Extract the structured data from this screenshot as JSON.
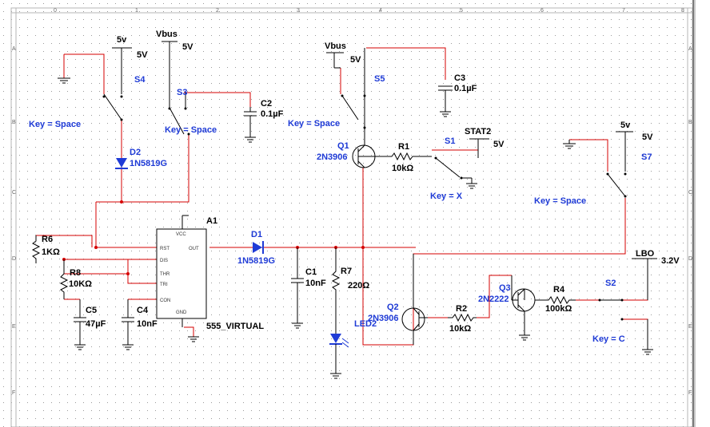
{
  "border": {
    "columns": [
      "0",
      "1",
      "2",
      "3",
      "4",
      "5",
      "6",
      "7",
      "8"
    ],
    "rows": [
      "A",
      "B",
      "C",
      "D",
      "E",
      "F"
    ]
  },
  "labels": {
    "v5_s4_a": "5v",
    "v5_s4_b": "5V",
    "s4": "S4",
    "key_s4": "Key = Space",
    "vbus_s3": "Vbus",
    "v5_s3": "5V",
    "s3": "S3",
    "key_s3": "Key = Space",
    "c2": "C2",
    "c2_val": "0.1µF",
    "d2": "D2",
    "d2_val": "1N5819G",
    "vbus_s5": "Vbus",
    "v5_s5": "5V",
    "s5": "S5",
    "key_s5": "Key = Space",
    "c3": "C3",
    "c3_val": "0.1µF",
    "q1": "Q1",
    "q1_val": "2N3906",
    "r1": "R1",
    "r1_val": "10kΩ",
    "s1": "S1",
    "stat2": "STAT2",
    "v5_s1": "5V",
    "key_s1": "Key = X",
    "v5_s7_a": "5v",
    "v5_s7_b": "5V",
    "s7": "S7",
    "key_s7": "Key = Space",
    "a1": "A1",
    "a1_val": "555_VIRTUAL",
    "pin_rst": "RST",
    "pin_dis": "DIS",
    "pin_thr": "THR",
    "pin_tri": "TRI",
    "pin_con": "CON",
    "pin_vcc": "VCC",
    "pin_out": "OUT",
    "pin_gnd": "GND",
    "r6": "R6",
    "r6_val": "1KΩ",
    "r8": "R8",
    "r8_val": "10KΩ",
    "c5": "C5",
    "c5_val": "47µF",
    "c4": "C4",
    "c4_val": "10nF",
    "d1": "D1",
    "d1_val": "1N5819G",
    "c1": "C1",
    "c1_val": "10nF",
    "r7": "R7",
    "r7_val": "220Ω",
    "led2": "LED2",
    "q2": "Q2",
    "q2_val": "2N3906",
    "r2": "R2",
    "r2_val": "10kΩ",
    "q3": "Q3",
    "q3_val": "2N2222",
    "r4": "R4",
    "r4_val": "100kΩ",
    "lbo": "LBO",
    "lbo_val": "3.2V",
    "s2": "S2",
    "key_s2": "Key = C"
  },
  "colors": {
    "wire": "#d60000",
    "component": "#000000",
    "blue_label": "#1f3bd6",
    "grid_dot": "#9a9a9a"
  }
}
